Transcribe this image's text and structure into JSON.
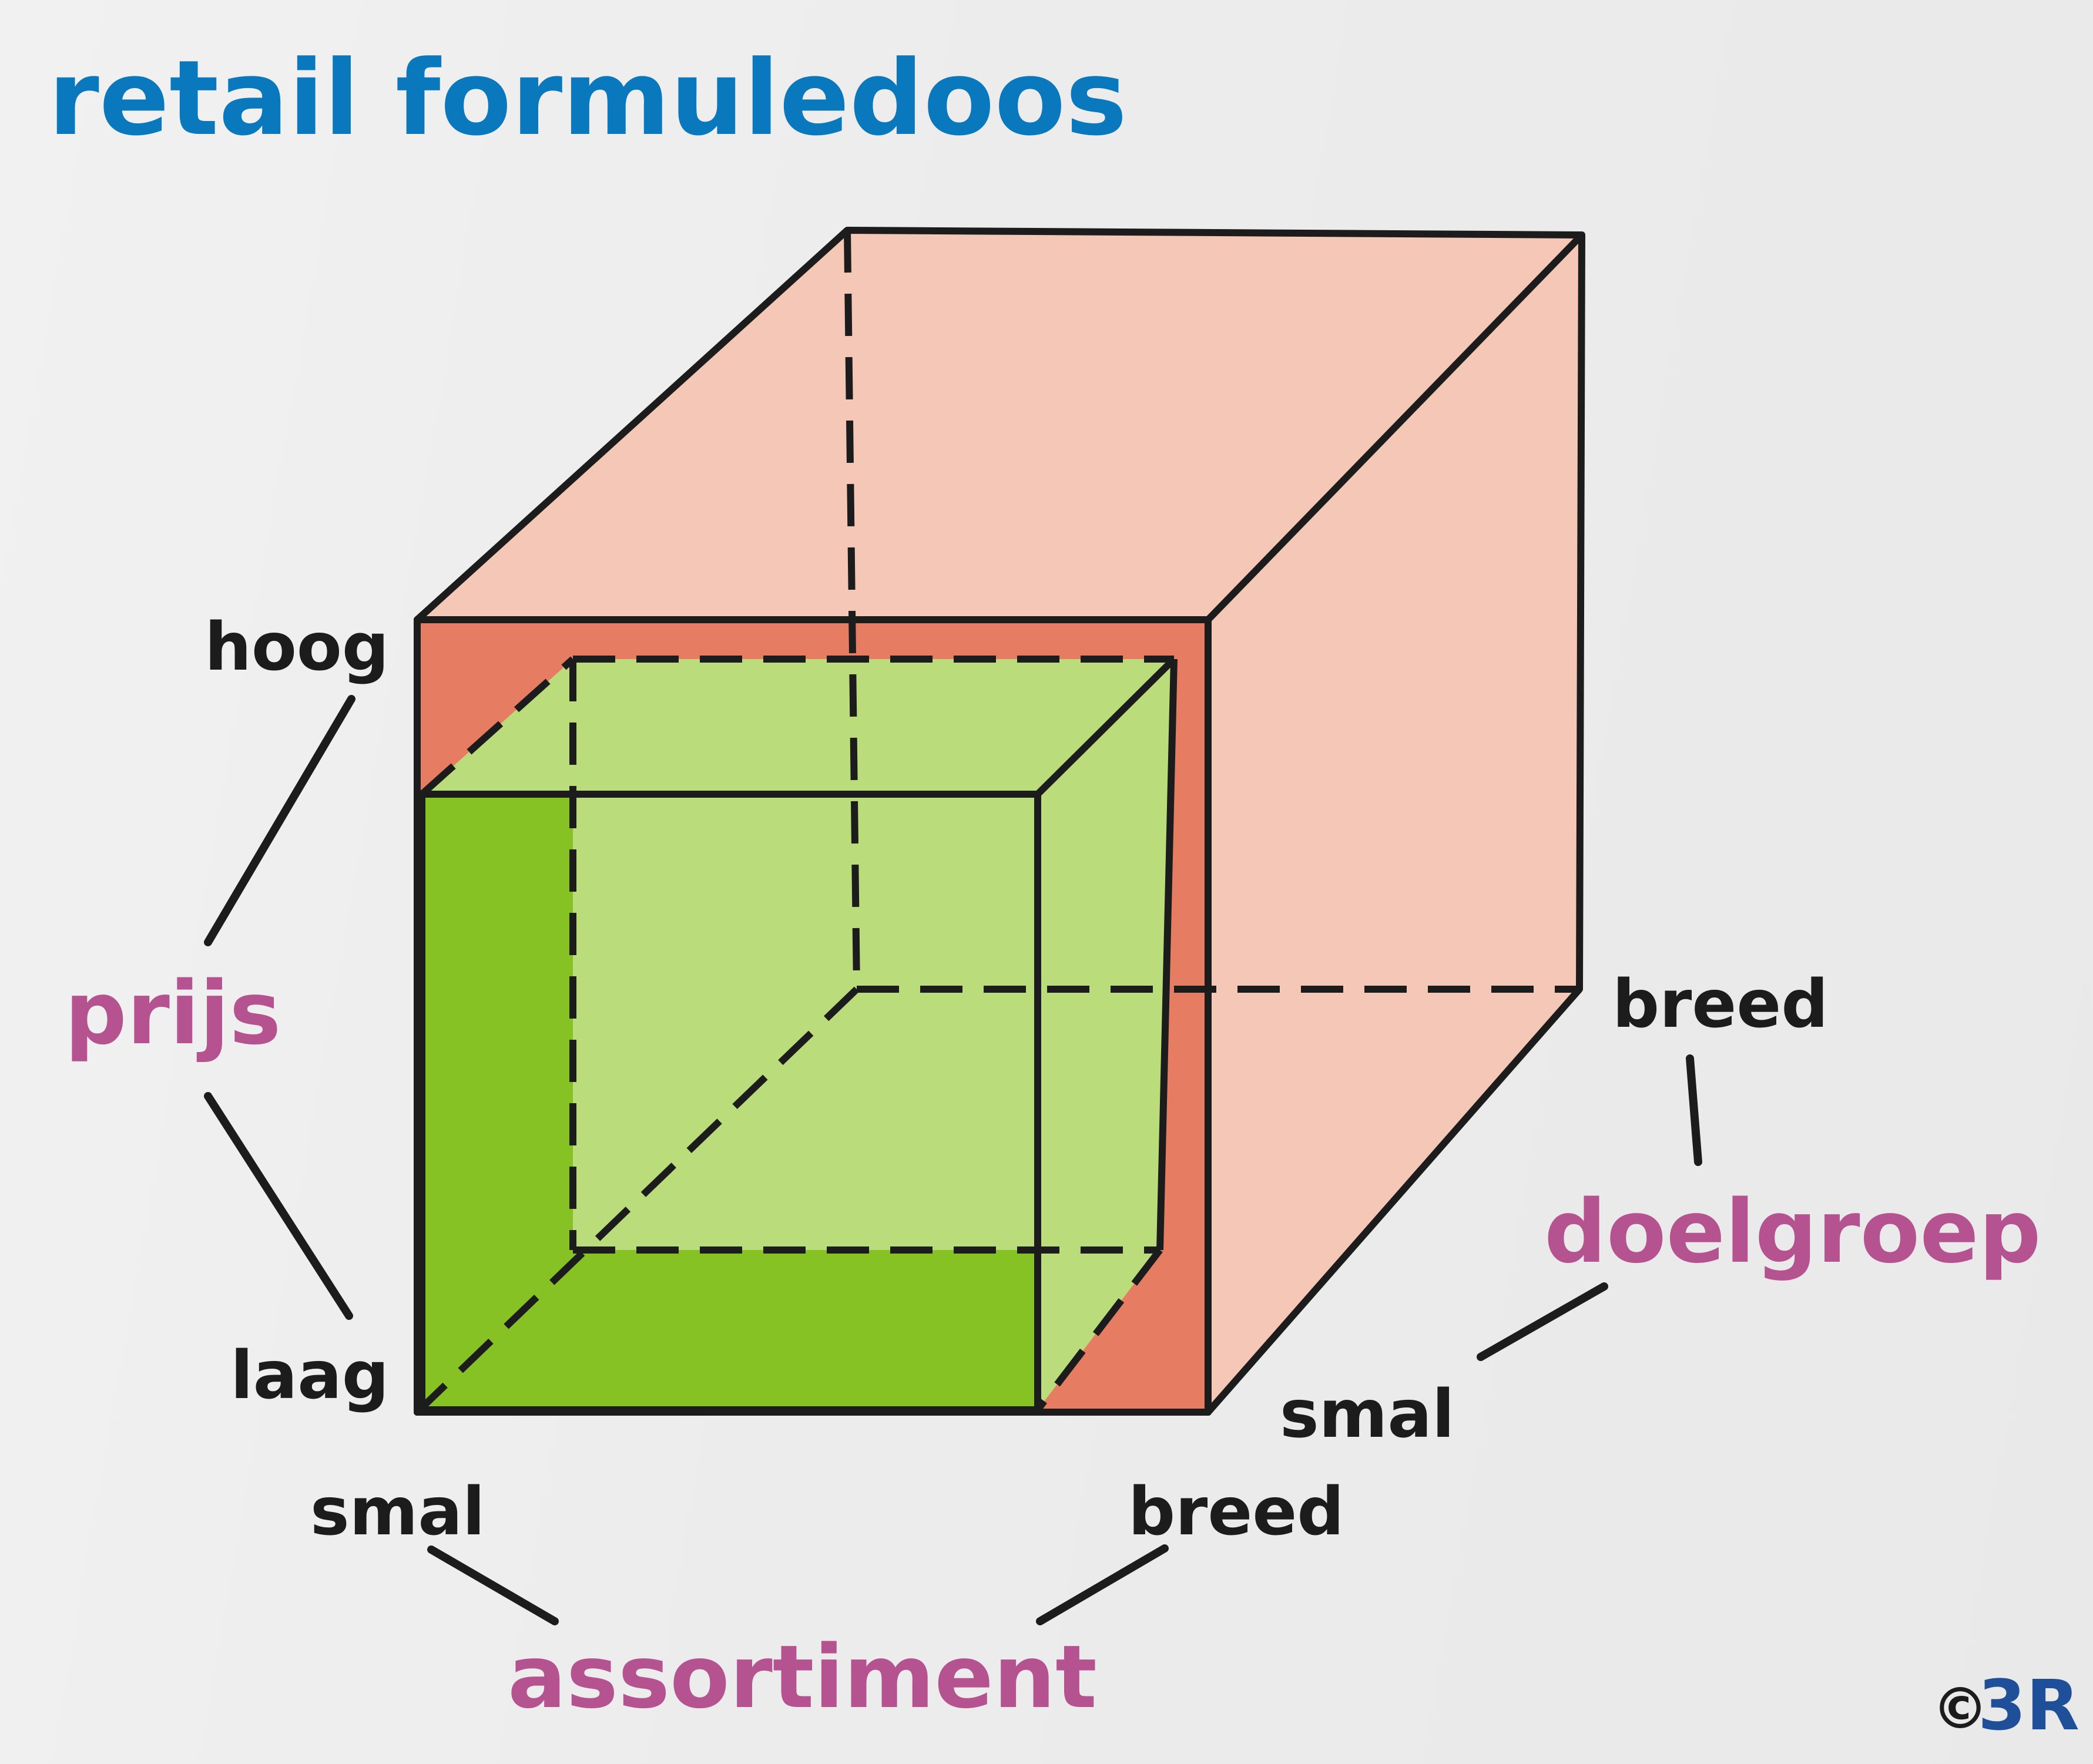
{
  "title": "retail formuledoos",
  "axes": {
    "price": {
      "name": "prijs",
      "high": "hoog",
      "low": "laag"
    },
    "target_group": {
      "name": "doelgroep",
      "wide": "breed",
      "narrow": "smal"
    },
    "assortment": {
      "name": "assortiment",
      "narrow": "smal",
      "wide": "breed"
    }
  },
  "copyright": {
    "symbol": "©",
    "brand": "3R"
  },
  "colors": {
    "title": "#0a78bd",
    "axis_label": "#b55391",
    "pole_label": "#1d1c1c",
    "outer_box_light": "#f5c7b6",
    "outer_box_dark": "#e67d63",
    "inner_box_light": "#bbdc7b",
    "inner_box_dark": "#86c224",
    "logo": "#1f4f99"
  }
}
